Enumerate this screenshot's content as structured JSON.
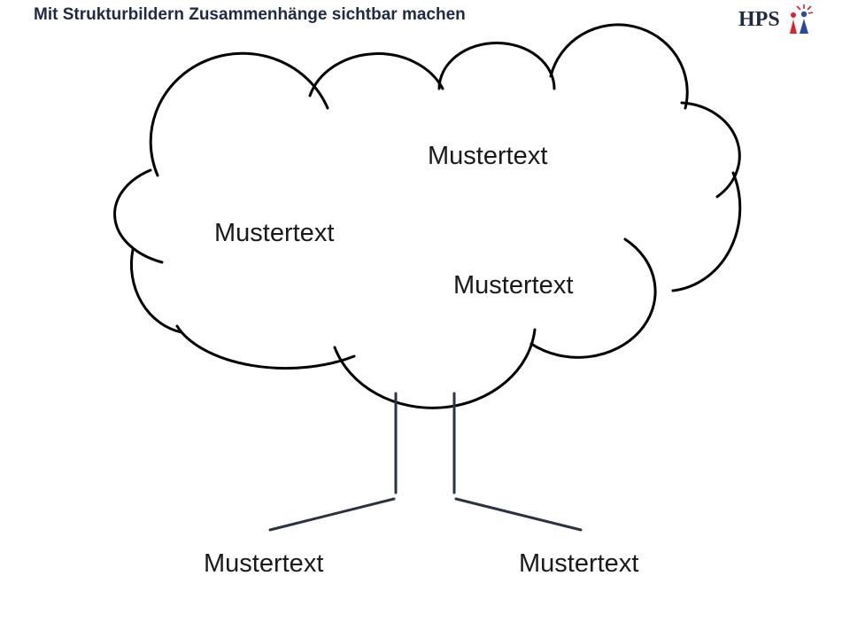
{
  "header": {
    "title": "Mit Strukturbildern Zusammenhänge sichtbar machen",
    "logo_text": "HPS"
  },
  "diagram": {
    "crown_labels": [
      "Mustertext",
      "Mustertext",
      "Mustertext"
    ],
    "root_labels": [
      "Mustertext",
      "Mustertext"
    ]
  },
  "colors": {
    "text": "#1f2a44",
    "trunk": "#2b3340",
    "logo_accent_red": "#d9232d",
    "logo_accent_blue": "#2a4aa0"
  }
}
